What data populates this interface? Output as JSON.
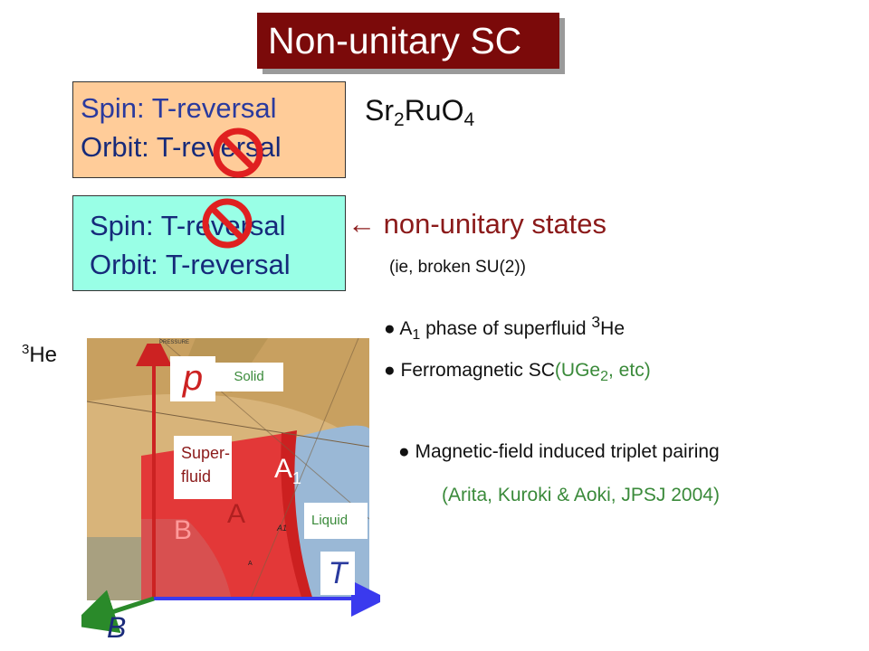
{
  "title": "Non-unitary SC",
  "box1": {
    "line1": "Spin: T-reversal",
    "line2": "Orbit: T-reversal"
  },
  "sr": {
    "base": "Sr",
    "sub1": "2",
    "mid": "RuO",
    "sub2": "4"
  },
  "box2": {
    "line1": "Spin: T-reversal",
    "line2": "Orbit: T-reversal"
  },
  "nonunitary": {
    "arrow": "←",
    "text": "non-unitary states"
  },
  "ie_note": "(ie, broken SU(2))",
  "bullets": [
    {
      "pre": "A",
      "sub": "1",
      "mid": " phase of superfluid ",
      "sup": "3",
      "post": "He"
    },
    {
      "pre": "Ferromagnetic SC",
      "green1": "(UGe",
      "sub": "2",
      "green2": ", etc)"
    },
    {
      "pre": "Magnetic-field induced triplet pairing"
    }
  ],
  "citation": "(Arita, Kuroki & Aoki, JPSJ 2004)",
  "he3_label": {
    "sup": "3",
    "text": "He"
  },
  "diagram": {
    "pressure_axis_label": "PRESSURE",
    "p": "p",
    "T": "T",
    "B": "B",
    "solid": "Solid",
    "superfluid_line1": "Super-",
    "superfluid_line2": "fluid",
    "A1_main": "A",
    "A1_sub": "1",
    "A": "A",
    "B_phase": "B",
    "liquid": "Liquid",
    "small_A1": "A1",
    "small_A": "A",
    "colors": {
      "background": "#d8b47a",
      "red_region": "#e33838",
      "blue_region": "#9ab8d6",
      "axis_red": "#cc2222",
      "axis_blue": "#3a3aee",
      "axis_green": "#2a8a2a"
    }
  },
  "colors": {
    "title_bg": "#7b0a0a",
    "box1_bg": "#ffcc99",
    "box2_bg": "#99ffe6",
    "prohibit_red": "#e02020",
    "nonunitary_text": "#8b1a1a",
    "citation_green": "#3a8a3a"
  }
}
